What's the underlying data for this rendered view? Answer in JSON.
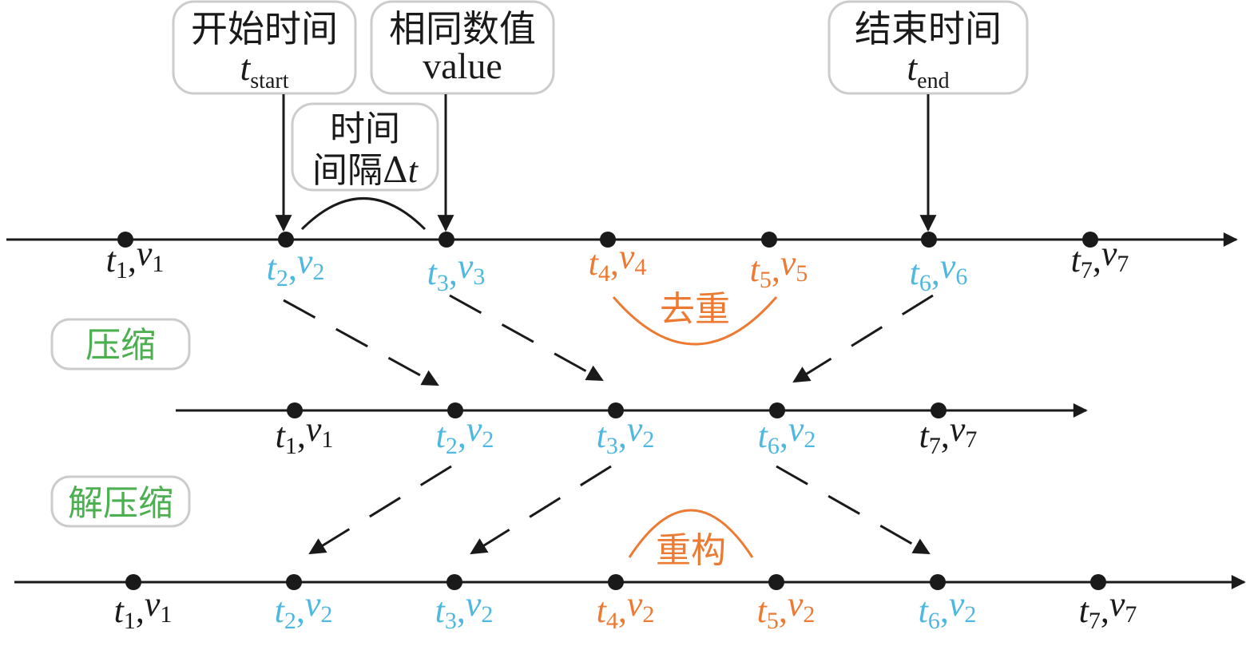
{
  "colors": {
    "black": "#1a1a1a",
    "blue": "#4fb8e0",
    "orange": "#ec7a33",
    "green": "#4caf50",
    "box_border": "#cccccc"
  },
  "callouts": {
    "start": {
      "title": "开始时间",
      "var": "t",
      "sub": "start"
    },
    "value": {
      "title": "相同数值",
      "text": "value"
    },
    "interval": {
      "line1": "时间",
      "line2": "间隔Δ",
      "var": "t"
    },
    "end": {
      "title": "结束时间",
      "var": "t",
      "sub": "end"
    }
  },
  "stage_labels": {
    "compress": "压缩",
    "decompress": "解压缩",
    "dedup": "去重",
    "reconstruct": "重构"
  },
  "rows": {
    "original": [
      {
        "t": "1",
        "v": "1",
        "color": "black"
      },
      {
        "t": "2",
        "v": "2",
        "color": "blue"
      },
      {
        "t": "3",
        "v": "3",
        "color": "blue"
      },
      {
        "t": "4",
        "v": "4",
        "color": "orange"
      },
      {
        "t": "5",
        "v": "5",
        "color": "orange"
      },
      {
        "t": "6",
        "v": "6",
        "color": "blue"
      },
      {
        "t": "7",
        "v": "7",
        "color": "black"
      }
    ],
    "compressed": [
      {
        "t": "1",
        "v": "1",
        "color": "black"
      },
      {
        "t": "2",
        "v": "2",
        "color": "blue"
      },
      {
        "t": "3",
        "v": "2",
        "color": "blue"
      },
      {
        "t": "6",
        "v": "2",
        "color": "blue"
      },
      {
        "t": "7",
        "v": "7",
        "color": "black"
      }
    ],
    "decompressed": [
      {
        "t": "1",
        "v": "1",
        "color": "black"
      },
      {
        "t": "2",
        "v": "2",
        "color": "blue"
      },
      {
        "t": "3",
        "v": "2",
        "color": "blue"
      },
      {
        "t": "4",
        "v": "2",
        "color": "orange"
      },
      {
        "t": "5",
        "v": "2",
        "color": "orange"
      },
      {
        "t": "6",
        "v": "2",
        "color": "blue"
      },
      {
        "t": "7",
        "v": "7",
        "color": "black"
      }
    ]
  }
}
